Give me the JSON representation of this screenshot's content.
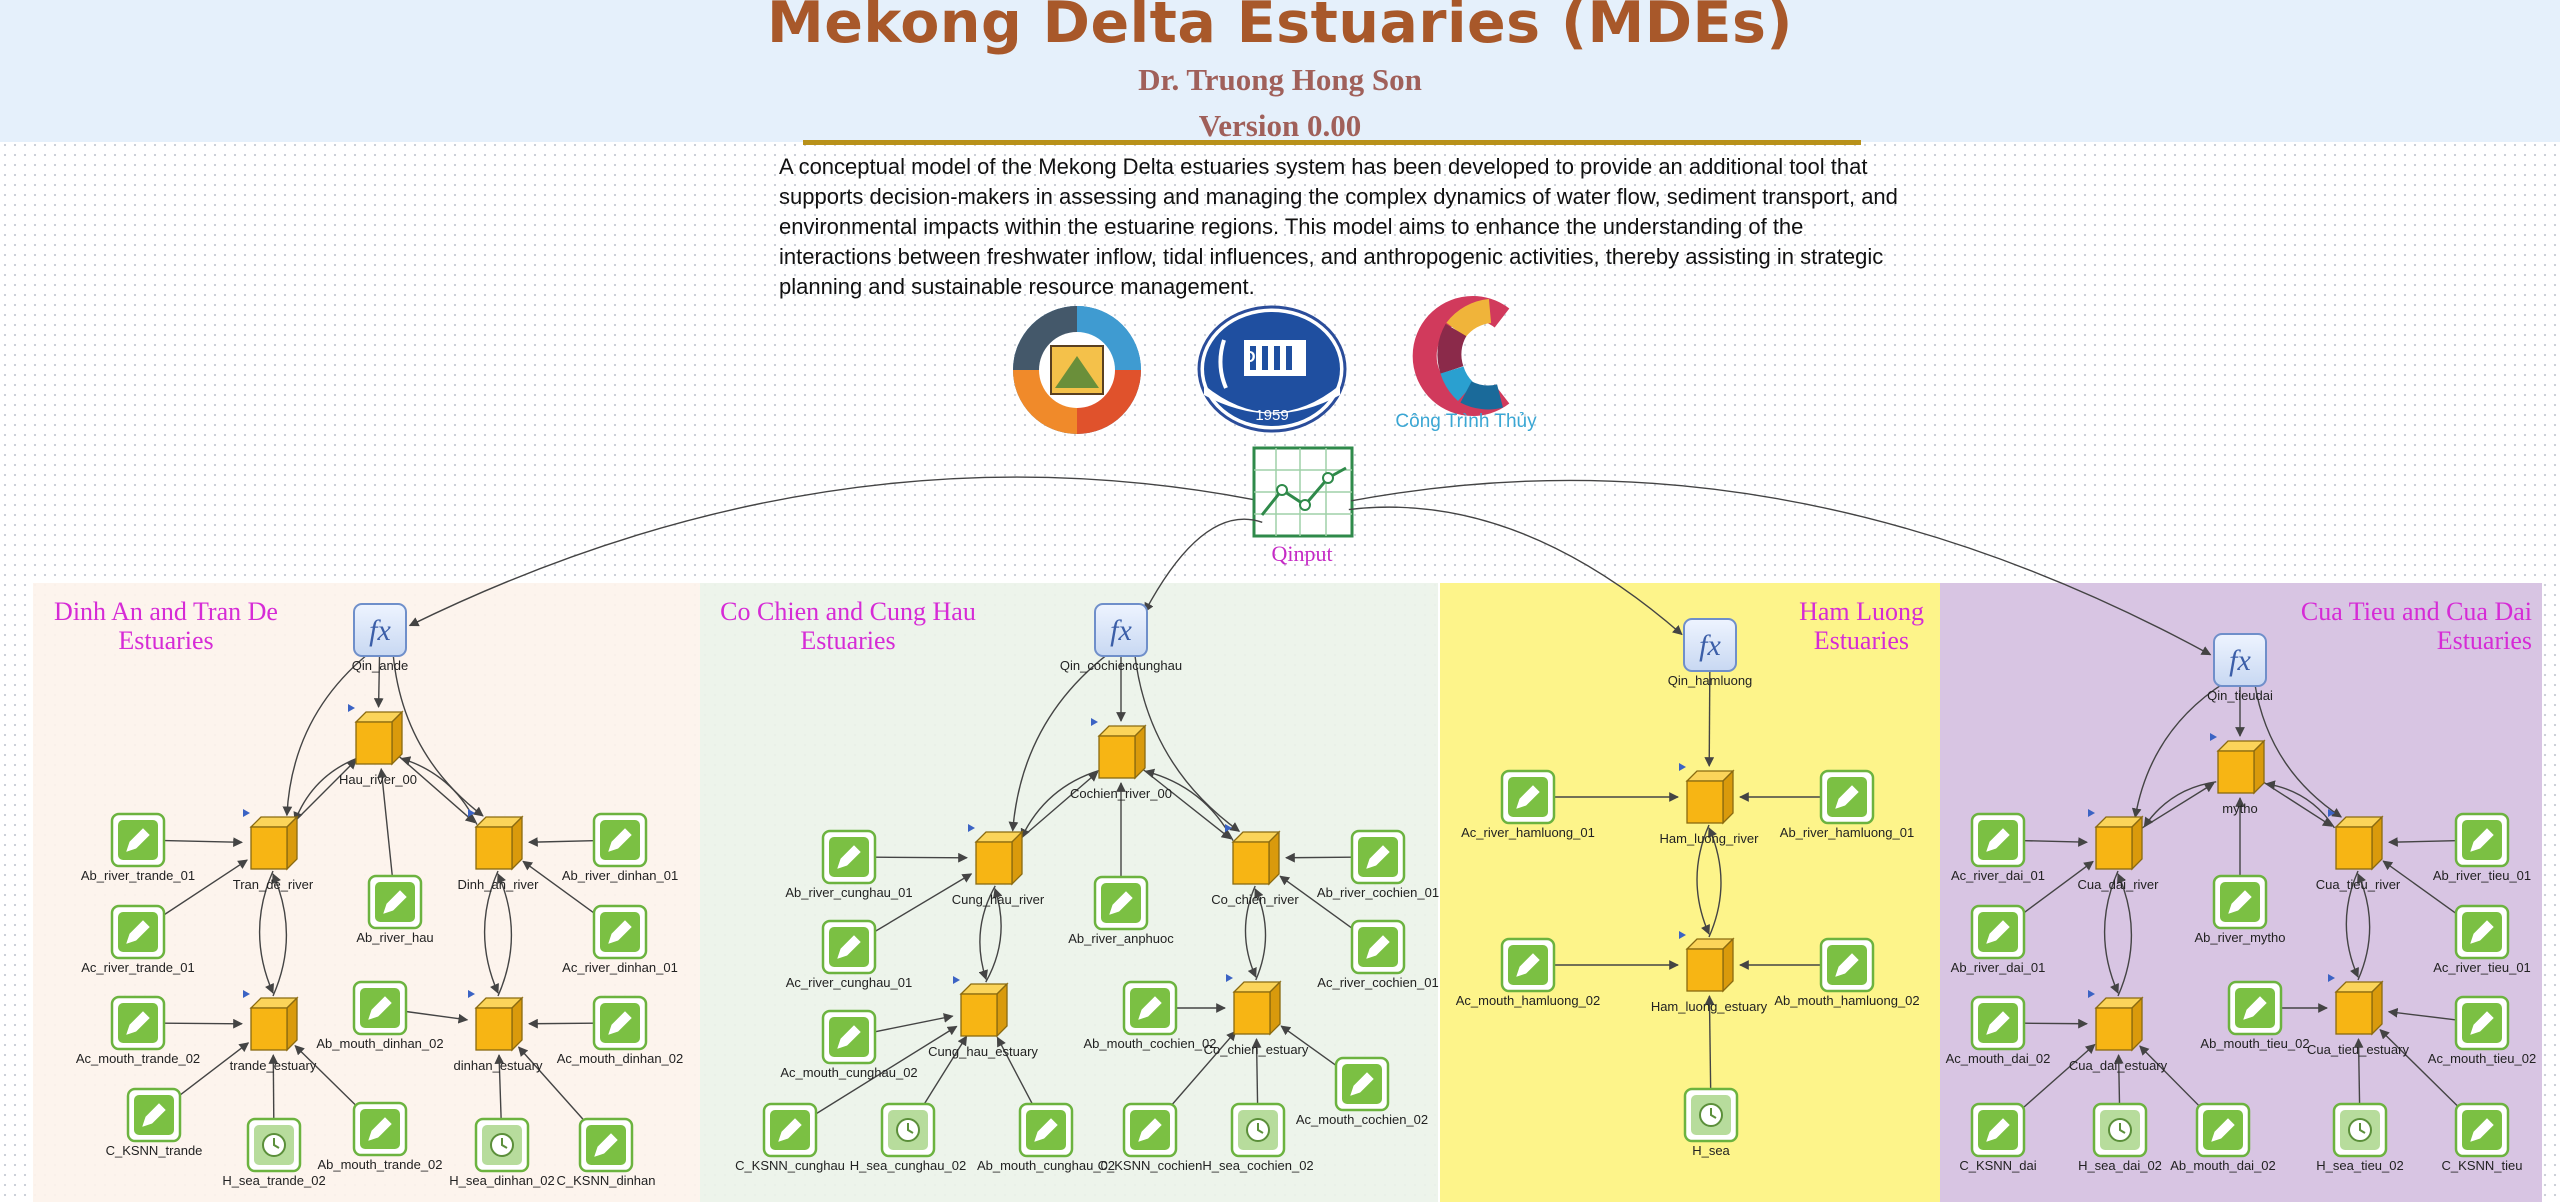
{
  "header": {
    "title": "Mekong Delta Estuaries (MDEs)",
    "author": "Dr. Truong Hong Son",
    "version": "Version 0.00"
  },
  "description": "A conceptual model of the Mekong Delta estuaries system has been developed to provide an additional tool that supports decision-makers in assessing and managing the complex dynamics of water flow, sediment transport, and environmental impacts within the estuarine regions. This model aims to enhance the understanding of the interactions between freshwater inflow, tidal influences, and anthropogenic activities, thereby assisting in strategic planning and sustainable resource management.",
  "logos": {
    "logo3_caption": "Công Trình Thủy",
    "logo2_year": "1959"
  },
  "qinput_label": "Qinput",
  "panels": [
    {
      "title_lines": [
        "Dinh An and Tran De",
        "Estuaries"
      ]
    },
    {
      "title_lines": [
        "Co Chien and Cung Hau",
        "Estuaries"
      ]
    },
    {
      "title_lines": [
        "Ham Luong",
        "Estuaries"
      ]
    },
    {
      "title_lines": [
        "Cua Tieu and Cua Dai",
        "Estuaries"
      ]
    }
  ],
  "colors": {
    "title": "#a8582a",
    "panel_title": "#d62bd6",
    "qinput_label": "#c62bc6",
    "stock_fill": "#f7b514",
    "converter_green": "#6cb33f",
    "function_blue": "#6f8fca"
  },
  "nodes": [
    {
      "id": "Qin_ande",
      "type": "fx",
      "label": "Qin_ande"
    },
    {
      "id": "Hau_river_00",
      "type": "stock",
      "label": "Hau_river_00"
    },
    {
      "id": "Tran_de_river",
      "type": "stock",
      "label": "Tran_de_river"
    },
    {
      "id": "Dinh_an_river",
      "type": "stock",
      "label": "Dinh_an_river"
    },
    {
      "id": "trande_estuary",
      "type": "stock",
      "label": "trande_estuary"
    },
    {
      "id": "dinhan_estuary",
      "type": "stock",
      "label": "dinhan_estuary"
    },
    {
      "id": "Ab_river_trande_01",
      "type": "param",
      "label": "Ab_river_trande_01"
    },
    {
      "id": "Ac_river_trande_01",
      "type": "param",
      "label": "Ac_river_trande_01"
    },
    {
      "id": "Ac_mouth_trande_02",
      "type": "param",
      "label": "Ac_mouth_trande_02"
    },
    {
      "id": "C_KSNN_trande",
      "type": "param",
      "label": "C_KSNN_trande"
    },
    {
      "id": "H_sea_trande_02",
      "type": "timeseries",
      "label": "H_sea_trande_02"
    },
    {
      "id": "Ab_mouth_trande_02",
      "type": "param",
      "label": "Ab_mouth_trande_02"
    },
    {
      "id": "Ab_river_hau",
      "type": "param",
      "label": "Ab_river_hau"
    },
    {
      "id": "Ab_mouth_dinhan_02",
      "type": "param",
      "label": "Ab_mouth_dinhan_02"
    },
    {
      "id": "H_sea_dinhan_02",
      "type": "timeseries",
      "label": "H_sea_dinhan_02"
    },
    {
      "id": "C_KSNN_dinhan",
      "type": "param",
      "label": "C_KSNN_dinhan"
    },
    {
      "id": "Ab_river_dinhan_01",
      "type": "param",
      "label": "Ab_river_dinhan_01"
    },
    {
      "id": "Ac_river_dinhan_01",
      "type": "param",
      "label": "Ac_river_dinhan_01"
    },
    {
      "id": "Ac_mouth_dinhan_02",
      "type": "param",
      "label": "Ac_mouth_dinhan_02"
    },
    {
      "id": "Qin_cochiencunghau",
      "type": "fx",
      "label": "Qin_cochiencunghau"
    },
    {
      "id": "Cochien_river_00",
      "type": "stock",
      "label": "Cochien_river_00"
    },
    {
      "id": "Cung_hau_river",
      "type": "stock",
      "label": "Cung_hau_river"
    },
    {
      "id": "Co_chien_river",
      "type": "stock",
      "label": "Co_chien_river"
    },
    {
      "id": "Cung_hau_estuary",
      "type": "stock",
      "label": "Cung_hau_estuary"
    },
    {
      "id": "Co_chien_estuary",
      "type": "stock",
      "label": "Co_chien_estuary"
    },
    {
      "id": "Ab_river_cunghau_01",
      "type": "param",
      "label": "Ab_river_cunghau_01"
    },
    {
      "id": "Ac_river_cunghau_01",
      "type": "param",
      "label": "Ac_river_cunghau_01"
    },
    {
      "id": "Ac_mouth_cunghau_02",
      "type": "param",
      "label": "Ac_mouth_cunghau_02"
    },
    {
      "id": "C_KSNN_cunghau",
      "type": "param",
      "label": "C_KSNN_cunghau"
    },
    {
      "id": "H_sea_cunghau_02",
      "type": "timeseries",
      "label": "H_sea_cunghau_02"
    },
    {
      "id": "Ab_mouth_cunghau_02",
      "type": "param",
      "label": "Ab_mouth_cunghau_02"
    },
    {
      "id": "Ab_river_anphuoc",
      "type": "param",
      "label": "Ab_river_anphuoc"
    },
    {
      "id": "Ab_mouth_cochien_02",
      "type": "param",
      "label": "Ab_mouth_cochien_02"
    },
    {
      "id": "C_KSNN_cochien",
      "type": "param",
      "label": "C_KSNN_cochien"
    },
    {
      "id": "H_sea_cochien_02",
      "type": "timeseries",
      "label": "H_sea_cochien_02"
    },
    {
      "id": "Ab_river_cochien_01",
      "type": "param",
      "label": "Ab_river_cochien_01"
    },
    {
      "id": "Ac_river_cochien_01",
      "type": "param",
      "label": "Ac_river_cochien_01"
    },
    {
      "id": "Ac_mouth_cochien_02",
      "type": "param",
      "label": "Ac_mouth_cochien_02"
    },
    {
      "id": "Qin_hamluong",
      "type": "fx",
      "label": "Qin_hamluong"
    },
    {
      "id": "Ham_luong_river",
      "type": "stock",
      "label": "Ham_luong_river"
    },
    {
      "id": "Ham_luong_estuary",
      "type": "stock",
      "label": "Ham_luong_estuary"
    },
    {
      "id": "Ac_river_hamluong_01",
      "type": "param",
      "label": "Ac_river_hamluong_01"
    },
    {
      "id": "Ab_river_hamluong_01",
      "type": "param",
      "label": "Ab_river_hamluong_01"
    },
    {
      "id": "Ac_mouth_hamluong_02",
      "type": "param",
      "label": "Ac_mouth_hamluong_02"
    },
    {
      "id": "Ab_mouth_hamluong_02",
      "type": "param",
      "label": "Ab_mouth_hamluong_02"
    },
    {
      "id": "H_sea",
      "type": "timeseries",
      "label": "H_sea"
    },
    {
      "id": "Qin_tieudai",
      "type": "fx",
      "label": "Qin_tieudai"
    },
    {
      "id": "mytho",
      "type": "stock",
      "label": "mytho"
    },
    {
      "id": "Cua_dai_river",
      "type": "stock",
      "label": "Cua_dai_river"
    },
    {
      "id": "Cua_tieu_river",
      "type": "stock",
      "label": "Cua_tieu_river"
    },
    {
      "id": "Cua_dai_estuary",
      "type": "stock",
      "label": "Cua_dai_estuary"
    },
    {
      "id": "Cua_tieu_estuary",
      "type": "stock",
      "label": "Cua_tieu_estuary"
    },
    {
      "id": "Ac_river_dai_01",
      "type": "param",
      "label": "Ac_river_dai_01"
    },
    {
      "id": "Ab_river_dai_01",
      "type": "param",
      "label": "Ab_river_dai_01"
    },
    {
      "id": "Ac_mouth_dai_02",
      "type": "param",
      "label": "Ac_mouth_dai_02"
    },
    {
      "id": "C_KSNN_dai",
      "type": "param",
      "label": "C_KSNN_dai"
    },
    {
      "id": "H_sea_dai_02",
      "type": "timeseries",
      "label": "H_sea_dai_02"
    },
    {
      "id": "Ab_mouth_dai_02",
      "type": "param",
      "label": "Ab_mouth_dai_02"
    },
    {
      "id": "Ab_river_mytho",
      "type": "param",
      "label": "Ab_river_mytho"
    },
    {
      "id": "Ab_mouth_tieu_02",
      "type": "param",
      "label": "Ab_mouth_tieu_02"
    },
    {
      "id": "H_sea_tieu_02",
      "type": "timeseries",
      "label": "H_sea_tieu_02"
    },
    {
      "id": "C_KSNN_tieu",
      "type": "param",
      "label": "C_KSNN_tieu"
    },
    {
      "id": "Ab_river_tieu_01",
      "type": "param",
      "label": "Ab_river_tieu_01"
    },
    {
      "id": "Ac_river_tieu_01",
      "type": "param",
      "label": "Ac_river_tieu_01"
    },
    {
      "id": "Ac_mouth_tieu_02",
      "type": "param",
      "label": "Ac_mouth_tieu_02"
    }
  ],
  "edges": [
    [
      "Qinput",
      "Qin_ande"
    ],
    [
      "Qinput",
      "Qin_cochiencunghau"
    ],
    [
      "Qinput",
      "Qin_hamluong"
    ],
    [
      "Qinput",
      "Qin_tieudai"
    ],
    [
      "Qin_ande",
      "Hau_river_00"
    ],
    [
      "Qin_ande",
      "Tran_de_river"
    ],
    [
      "Qin_ande",
      "Dinh_an_river"
    ],
    [
      "Hau_river_00",
      "Tran_de_river"
    ],
    [
      "Tran_de_river",
      "Hau_river_00"
    ],
    [
      "Hau_river_00",
      "Dinh_an_river"
    ],
    [
      "Dinh_an_river",
      "Hau_river_00"
    ],
    [
      "Tran_de_river",
      "trande_estuary"
    ],
    [
      "trande_estuary",
      "Tran_de_river"
    ],
    [
      "Dinh_an_river",
      "dinhan_estuary"
    ],
    [
      "dinhan_estuary",
      "Dinh_an_river"
    ],
    [
      "Ab_river_trande_01",
      "Tran_de_river"
    ],
    [
      "Ac_river_trande_01",
      "Tran_de_river"
    ],
    [
      "Ac_mouth_trande_02",
      "trande_estuary"
    ],
    [
      "C_KSNN_trande",
      "trande_estuary"
    ],
    [
      "H_sea_trande_02",
      "trande_estuary"
    ],
    [
      "Ab_mouth_trande_02",
      "trande_estuary"
    ],
    [
      "Ab_river_hau",
      "Hau_river_00"
    ],
    [
      "Ab_mouth_dinhan_02",
      "dinhan_estuary"
    ],
    [
      "H_sea_dinhan_02",
      "dinhan_estuary"
    ],
    [
      "C_KSNN_dinhan",
      "dinhan_estuary"
    ],
    [
      "Ab_river_dinhan_01",
      "Dinh_an_river"
    ],
    [
      "Ac_river_dinhan_01",
      "Dinh_an_river"
    ],
    [
      "Ac_mouth_dinhan_02",
      "dinhan_estuary"
    ],
    [
      "Qin_cochiencunghau",
      "Cochien_river_00"
    ],
    [
      "Qin_cochiencunghau",
      "Cung_hau_river"
    ],
    [
      "Qin_cochiencunghau",
      "Co_chien_river"
    ],
    [
      "Cochien_river_00",
      "Cung_hau_river"
    ],
    [
      "Cung_hau_river",
      "Cochien_river_00"
    ],
    [
      "Cochien_river_00",
      "Co_chien_river"
    ],
    [
      "Co_chien_river",
      "Cochien_river_00"
    ],
    [
      "Cung_hau_river",
      "Cung_hau_estuary"
    ],
    [
      "Cung_hau_estuary",
      "Cung_hau_river"
    ],
    [
      "Co_chien_river",
      "Co_chien_estuary"
    ],
    [
      "Co_chien_estuary",
      "Co_chien_river"
    ],
    [
      "Ab_river_cunghau_01",
      "Cung_hau_river"
    ],
    [
      "Ac_river_cunghau_01",
      "Cung_hau_river"
    ],
    [
      "Ac_mouth_cunghau_02",
      "Cung_hau_estuary"
    ],
    [
      "C_KSNN_cunghau",
      "Cung_hau_estuary"
    ],
    [
      "H_sea_cunghau_02",
      "Cung_hau_estuary"
    ],
    [
      "Ab_mouth_cunghau_02",
      "Cung_hau_estuary"
    ],
    [
      "Ab_river_anphuoc",
      "Cochien_river_00"
    ],
    [
      "Ab_mouth_cochien_02",
      "Co_chien_estuary"
    ],
    [
      "C_KSNN_cochien",
      "Co_chien_estuary"
    ],
    [
      "H_sea_cochien_02",
      "Co_chien_estuary"
    ],
    [
      "Ab_river_cochien_01",
      "Co_chien_river"
    ],
    [
      "Ac_river_cochien_01",
      "Co_chien_river"
    ],
    [
      "Ac_mouth_cochien_02",
      "Co_chien_estuary"
    ],
    [
      "Qin_hamluong",
      "Ham_luong_river"
    ],
    [
      "Ham_luong_river",
      "Ham_luong_estuary"
    ],
    [
      "Ham_luong_estuary",
      "Ham_luong_river"
    ],
    [
      "Ac_river_hamluong_01",
      "Ham_luong_river"
    ],
    [
      "Ab_river_hamluong_01",
      "Ham_luong_river"
    ],
    [
      "Ac_mouth_hamluong_02",
      "Ham_luong_estuary"
    ],
    [
      "Ab_mouth_hamluong_02",
      "Ham_luong_estuary"
    ],
    [
      "H_sea",
      "Ham_luong_estuary"
    ],
    [
      "Qin_tieudai",
      "mytho"
    ],
    [
      "Qin_tieudai",
      "Cua_dai_river"
    ],
    [
      "Qin_tieudai",
      "Cua_tieu_river"
    ],
    [
      "mytho",
      "Cua_dai_river"
    ],
    [
      "Cua_dai_river",
      "mytho"
    ],
    [
      "mytho",
      "Cua_tieu_river"
    ],
    [
      "Cua_tieu_river",
      "mytho"
    ],
    [
      "Cua_dai_river",
      "Cua_dai_estuary"
    ],
    [
      "Cua_dai_estuary",
      "Cua_dai_river"
    ],
    [
      "Cua_tieu_river",
      "Cua_tieu_estuary"
    ],
    [
      "Cua_tieu_estuary",
      "Cua_tieu_river"
    ],
    [
      "Ac_river_dai_01",
      "Cua_dai_river"
    ],
    [
      "Ab_river_dai_01",
      "Cua_dai_river"
    ],
    [
      "Ac_mouth_dai_02",
      "Cua_dai_estuary"
    ],
    [
      "C_KSNN_dai",
      "Cua_dai_estuary"
    ],
    [
      "H_sea_dai_02",
      "Cua_dai_estuary"
    ],
    [
      "Ab_mouth_dai_02",
      "Cua_dai_estuary"
    ],
    [
      "Ab_river_mytho",
      "mytho"
    ],
    [
      "Ab_mouth_tieu_02",
      "Cua_tieu_estuary"
    ],
    [
      "H_sea_tieu_02",
      "Cua_tieu_estuary"
    ],
    [
      "C_KSNN_tieu",
      "Cua_tieu_estuary"
    ],
    [
      "Ab_river_tieu_01",
      "Cua_tieu_river"
    ],
    [
      "Ac_river_tieu_01",
      "Cua_tieu_river"
    ],
    [
      "Ac_mouth_tieu_02",
      "Cua_tieu_estuary"
    ]
  ]
}
